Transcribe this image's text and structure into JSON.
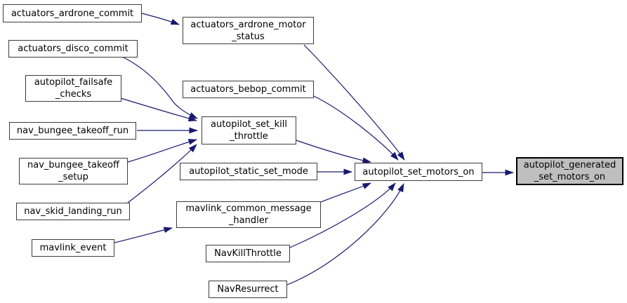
{
  "diagram": {
    "type": "call-graph",
    "edge_color": "#191970",
    "node_border_color": "#3c3c3c",
    "node_fill_color": "#ffffff",
    "highlight_fill_color": "#bfbfbf",
    "text_color": "#000000",
    "nodes": [
      {
        "id": "actuators_ardrone_commit",
        "label": "actuators_ardrone_commit",
        "highlighted": false
      },
      {
        "id": "actuators_disco_commit",
        "label": "actuators_disco_commit",
        "highlighted": false
      },
      {
        "id": "autopilot_failsafe_checks",
        "label": "autopilot_failsafe\n_checks",
        "highlighted": false
      },
      {
        "id": "nav_bungee_takeoff_run",
        "label": "nav_bungee_takeoff_run",
        "highlighted": false
      },
      {
        "id": "nav_bungee_takeoff_setup",
        "label": "nav_bungee_takeoff\n_setup",
        "highlighted": false
      },
      {
        "id": "nav_skid_landing_run",
        "label": "nav_skid_landing_run",
        "highlighted": false
      },
      {
        "id": "mavlink_event",
        "label": "mavlink_event",
        "highlighted": false
      },
      {
        "id": "actuators_ardrone_motor_status",
        "label": "actuators_ardrone_motor\n_status",
        "highlighted": false
      },
      {
        "id": "actuators_bebop_commit",
        "label": "actuators_bebop_commit",
        "highlighted": false
      },
      {
        "id": "autopilot_set_kill_throttle",
        "label": "autopilot_set_kill\n_throttle",
        "highlighted": false
      },
      {
        "id": "autopilot_static_set_mode",
        "label": "autopilot_static_set_mode",
        "highlighted": false
      },
      {
        "id": "mavlink_common_message_handler",
        "label": "mavlink_common_message\n_handler",
        "highlighted": false
      },
      {
        "id": "NavKillThrottle",
        "label": "NavKillThrottle",
        "highlighted": false
      },
      {
        "id": "NavResurrect",
        "label": "NavResurrect",
        "highlighted": false
      },
      {
        "id": "autopilot_set_motors_on",
        "label": "autopilot_set_motors_on",
        "highlighted": false
      },
      {
        "id": "autopilot_generated_set_motors_on",
        "label": "autopilot_generated\n_set_motors_on",
        "highlighted": true
      }
    ],
    "edges": [
      {
        "from": "actuators_ardrone_commit",
        "to": "actuators_ardrone_motor_status"
      },
      {
        "from": "actuators_disco_commit",
        "to": "autopilot_set_kill_throttle"
      },
      {
        "from": "autopilot_failsafe_checks",
        "to": "autopilot_set_kill_throttle"
      },
      {
        "from": "nav_bungee_takeoff_run",
        "to": "autopilot_set_kill_throttle"
      },
      {
        "from": "nav_bungee_takeoff_setup",
        "to": "autopilot_set_kill_throttle"
      },
      {
        "from": "nav_skid_landing_run",
        "to": "autopilot_set_kill_throttle"
      },
      {
        "from": "mavlink_event",
        "to": "mavlink_common_message_handler"
      },
      {
        "from": "actuators_ardrone_motor_status",
        "to": "autopilot_set_motors_on"
      },
      {
        "from": "actuators_bebop_commit",
        "to": "autopilot_set_motors_on"
      },
      {
        "from": "autopilot_set_kill_throttle",
        "to": "autopilot_set_motors_on"
      },
      {
        "from": "autopilot_static_set_mode",
        "to": "autopilot_set_motors_on"
      },
      {
        "from": "mavlink_common_message_handler",
        "to": "autopilot_set_motors_on"
      },
      {
        "from": "NavKillThrottle",
        "to": "autopilot_set_motors_on"
      },
      {
        "from": "NavResurrect",
        "to": "autopilot_set_motors_on"
      },
      {
        "from": "autopilot_set_motors_on",
        "to": "autopilot_generated_set_motors_on"
      }
    ]
  }
}
